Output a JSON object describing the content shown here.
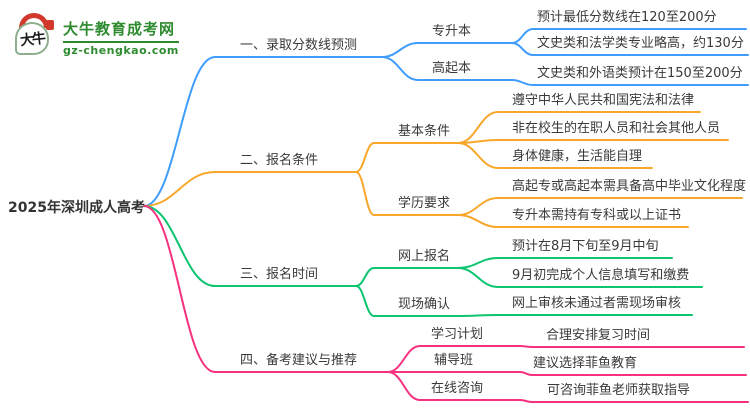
{
  "logo": {
    "icon_text": "大牛",
    "title": "大牛教育成考网",
    "domain": "gz-chengkao.com",
    "brand_color": "#2E8B2F",
    "seal_color": "#D0392B"
  },
  "root": {
    "label": "2025年深圳成人高考"
  },
  "text_color": "#3A3A3A",
  "branches": [
    {
      "label": "一、录取分数线预测",
      "color": "#3E9DFD",
      "children": [
        {
          "label": "专升本",
          "children": [
            {
              "label": "预计最低分数线在120至200分"
            },
            {
              "label": "文史类和法学类专业略高，约130分"
            }
          ]
        },
        {
          "label": "高起本",
          "children": [
            {
              "label": "文史类和外语类预计在150至200分"
            }
          ]
        }
      ]
    },
    {
      "label": "二、报名条件",
      "color": "#F8A72B",
      "children": [
        {
          "label": "基本条件",
          "children": [
            {
              "label": "遵守中华人民共和国宪法和法律"
            },
            {
              "label": "非在校生的在职人员和社会其他人员"
            },
            {
              "label": "身体健康，生活能自理"
            }
          ]
        },
        {
          "label": "学历要求",
          "children": [
            {
              "label": "高起专或高起本需具备高中毕业文化程度"
            },
            {
              "label": "专升本需持有专科或以上证书"
            }
          ]
        }
      ]
    },
    {
      "label": "三、报名时间",
      "color": "#0CC56F",
      "children": [
        {
          "label": "网上报名",
          "children": [
            {
              "label": "预计在8月下旬至9月中旬"
            },
            {
              "label": "9月初完成个人信息填写和缴费"
            }
          ]
        },
        {
          "label": "现场确认",
          "children": [
            {
              "label": "网上审核未通过者需现场审核"
            }
          ]
        }
      ]
    },
    {
      "label": "四、备考建议与推荐",
      "color": "#F7317F",
      "children": [
        {
          "label": "学习计划",
          "children": [
            {
              "label": "合理安排复习时间"
            }
          ]
        },
        {
          "label": "辅导班",
          "children": [
            {
              "label": "建议选择菲鱼教育"
            }
          ]
        },
        {
          "label": "在线咨询",
          "children": [
            {
              "label": "可咨询菲鱼老师获取指导"
            }
          ]
        }
      ]
    }
  ]
}
